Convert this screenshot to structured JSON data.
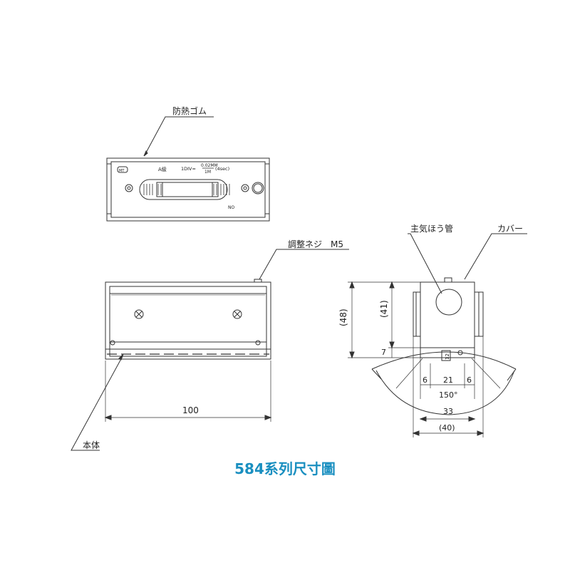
{
  "labels": {
    "heat_rubber": "防熱ゴム",
    "adjust_screw": "調整ネジ　M5",
    "body": "本体",
    "vial": "主気ほう管",
    "cover": "カバー",
    "face_a": "A級",
    "face_division_prefix": "1DIV=",
    "face_division_num": "0.02MM",
    "face_division_den": "1M",
    "face_division_sec": "(4sec)",
    "face_no": "NO",
    "face_logo": "MT"
  },
  "dimensions": {
    "length": "100",
    "height_total": "(48)",
    "height_cover": "(41)",
    "base_height": "7",
    "left_margin": "6",
    "center_width": "21",
    "right_margin": "6",
    "angle": "150°",
    "base_width": "33",
    "cover_width": "(40)",
    "small_dim": "12"
  },
  "caption": "584系列尺寸圖"
}
